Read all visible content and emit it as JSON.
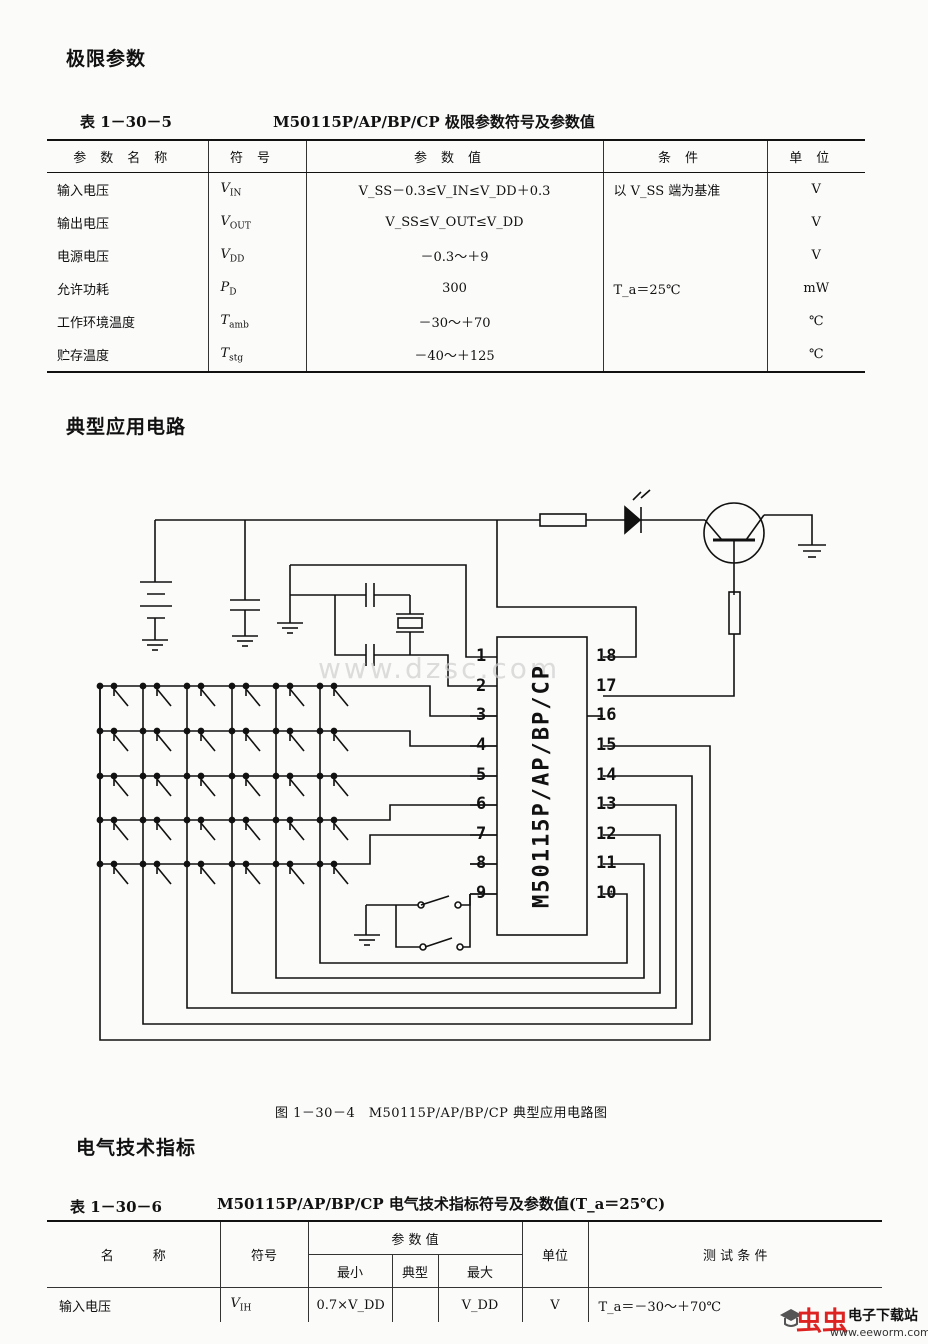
{
  "section1": {
    "heading": "极限参数"
  },
  "table1": {
    "number": "表 1－30－5",
    "title": "M50115P/AP/BP/CP 极限参数符号及参数值",
    "headers": [
      "参数名称",
      "符号",
      "参数值",
      "条件",
      "单位"
    ],
    "rows": [
      {
        "name": "输入电压",
        "sym": "V",
        "sub": "IN",
        "value": "V_SS－0.3≤V_IN≤V_DD＋0.3",
        "cond": "以 V_SS 端为基准",
        "unit": "V"
      },
      {
        "name": "输出电压",
        "sym": "V",
        "sub": "OUT",
        "value": "V_SS≤V_OUT≤V_DD",
        "cond": "",
        "unit": "V"
      },
      {
        "name": "电源电压",
        "sym": "V",
        "sub": "DD",
        "value": "－0.3～＋9",
        "cond": "",
        "unit": "V"
      },
      {
        "name": "允许功耗",
        "sym": "P",
        "sub": "D",
        "value": "300",
        "cond": "T_a＝25℃",
        "unit": "mW"
      },
      {
        "name": "工作环境温度",
        "sym": "T",
        "sub": "amb",
        "value": "－30～＋70",
        "cond": "",
        "unit": "℃"
      },
      {
        "name": "贮存温度",
        "sym": "T",
        "sub": "stg",
        "value": "－40～＋125",
        "cond": "",
        "unit": "℃"
      }
    ]
  },
  "section2": {
    "heading": "典型应用电路"
  },
  "figure": {
    "chip_label": "M50115P/AP/BP/CP",
    "left_pins": [
      "1",
      "2",
      "3",
      "4",
      "5",
      "6",
      "7",
      "8",
      "9"
    ],
    "right_pins": [
      "18",
      "17",
      "16",
      "15",
      "14",
      "13",
      "12",
      "11",
      "10"
    ],
    "watermark": "www.dzsc.com",
    "caption": "图 1－30－4　M50115P/AP/BP/CP 典型应用电路图"
  },
  "section3": {
    "heading": "电气技术指标"
  },
  "table2": {
    "number": "表 1－30－6",
    "title": "M50115P/AP/BP/CP 电气技术指标符号及参数值(T_a＝25℃)",
    "headers": {
      "name": "名　　　称",
      "sym": "符号",
      "value_group": "参 数 值",
      "min": "最小",
      "typ": "典型",
      "max": "最大",
      "unit": "单位",
      "cond": "测 试 条 件"
    },
    "rows": [
      {
        "name": "输入电压",
        "sym": "V",
        "sub": "IH",
        "min": "0.7×V_DD",
        "typ": "",
        "max": "V_DD",
        "unit": "V",
        "cond": "T_a＝－30～＋70℃"
      }
    ]
  },
  "logo": {
    "brand": "虫虫",
    "site": "电子下载站",
    "url": "www.eeworm.com"
  },
  "colors": {
    "ink": "#111111",
    "paper": "#fbfbfa",
    "logo_red": "#dd2222"
  }
}
